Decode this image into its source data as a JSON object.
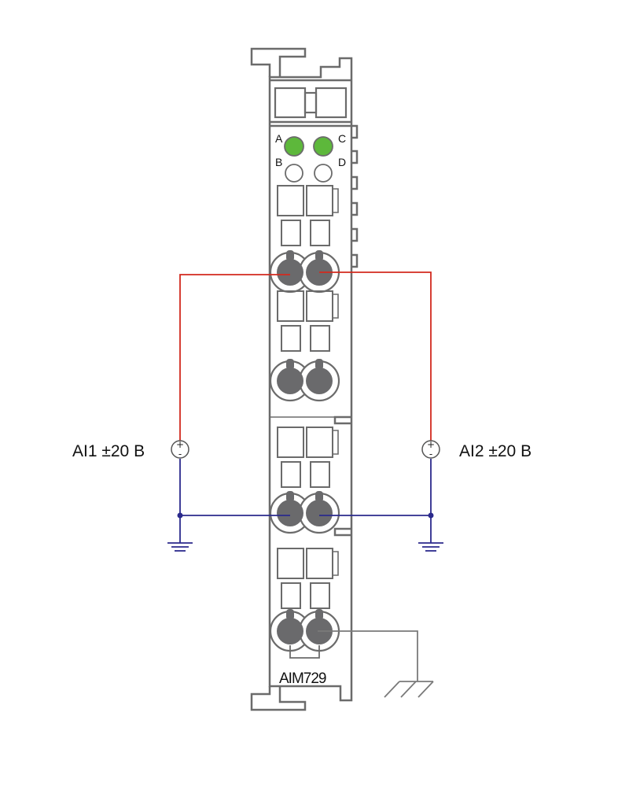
{
  "module": {
    "name": "AIM729"
  },
  "leds": [
    {
      "label": "A",
      "state": "on"
    },
    {
      "label": "C",
      "state": "on"
    },
    {
      "label": "B",
      "state": "off"
    },
    {
      "label": "D",
      "state": "off"
    }
  ],
  "channels": [
    {
      "label": "AI1 ±20 B"
    },
    {
      "label": "AI2 ±20 B"
    }
  ],
  "source_symbol": {
    "plus": "+",
    "minus": "-"
  },
  "colors": {
    "housing": "#6b6b6b",
    "led_on": "#5db83b",
    "led_off": "#ffffff",
    "signal_wire": "#d22a1e",
    "ground_wire": "#2b2a8c",
    "screw": "#6a6a6c",
    "earth_wire": "#7a7a7a"
  }
}
